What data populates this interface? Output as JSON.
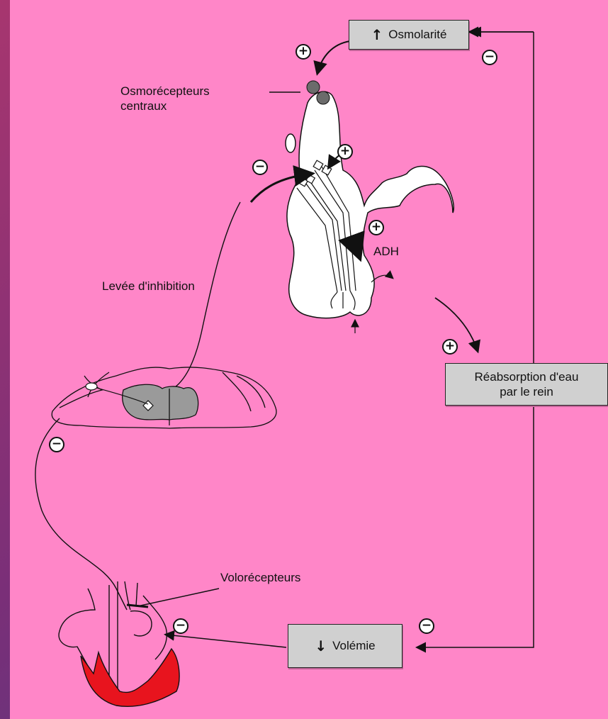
{
  "boxes": {
    "osmolarite": {
      "arrow": "↑",
      "text": "Osmolarité"
    },
    "reabsorption": {
      "line1": "Réabsorption d'eau",
      "line2": "par le rein"
    },
    "volemie": {
      "arrow": "↓",
      "text": "Volémie"
    }
  },
  "labels": {
    "osmorecepteurs_l1": "Osmorécepteurs",
    "osmorecepteurs_l2": "centraux",
    "adh": "ADH",
    "levee": "Levée d'inhibition",
    "volorecepteurs": "Volorécepteurs"
  },
  "signs": {
    "plus": "+",
    "minus": "−"
  },
  "colors": {
    "background": "#ff86c8",
    "heart_ventricle": "#e8141e",
    "box_fill": "#d0d0d0"
  }
}
